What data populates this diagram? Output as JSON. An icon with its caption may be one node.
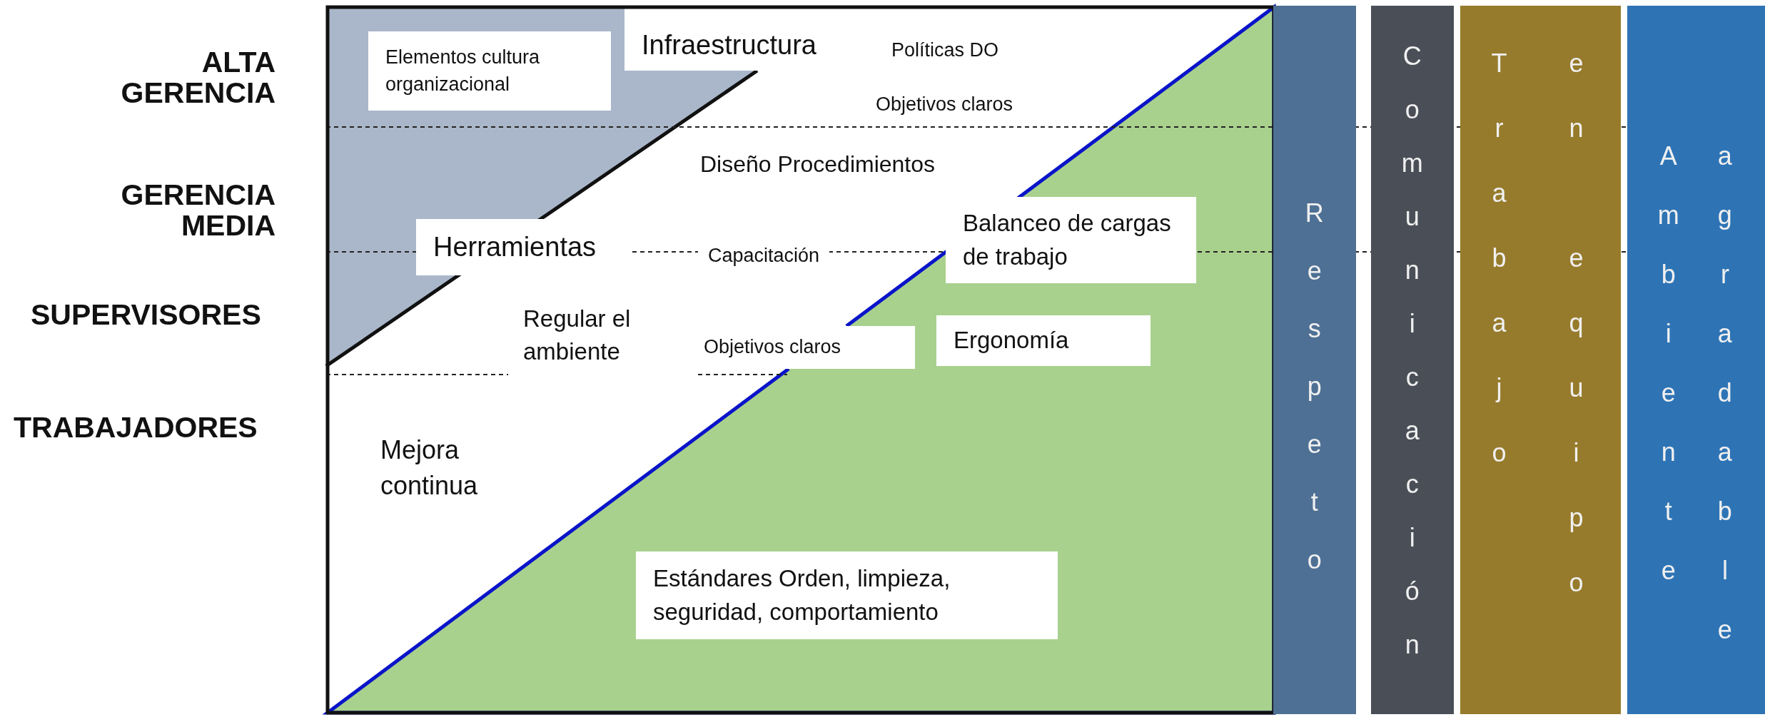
{
  "diagram": {
    "nodes": [
      {
        "text": [
          "Elementos cultura organizacional"
        ]
      },
      {
        "text": [
          "Infraestructura"
        ]
      },
      {
        "text": [
          "Herramientas"
        ]
      },
      {
        "text": [
          "Balanceo de cargas de trabajo"
        ]
      },
      {
        "text": [
          "Objetivos claros"
        ]
      },
      {
        "text": [
          "Ergonomía"
        ]
      },
      {
        "text": [
          "Estándares Orden, limpieza, seguridad, comportamiento"
        ]
      },
      {
        "text": [
          "Respeto"
        ]
      },
      {
        "text": [
          "Comunicación"
        ]
      },
      {
        "text": [
          "Trabajo en equipo"
        ]
      },
      {
        "text": [
          "Ambiente agradable"
        ]
      }
    ],
    "edges": [],
    "labels": [
      "ALTA GERENCIA",
      "Políticas DO",
      "Objetivos claros",
      "GERENCIA MEDIA",
      "Diseño Procedimientos",
      "Capacitación",
      "SUPERVISORES",
      "Regular el ambiente",
      "TRABAJADORES",
      "Mejora continua"
    ]
  }
}
